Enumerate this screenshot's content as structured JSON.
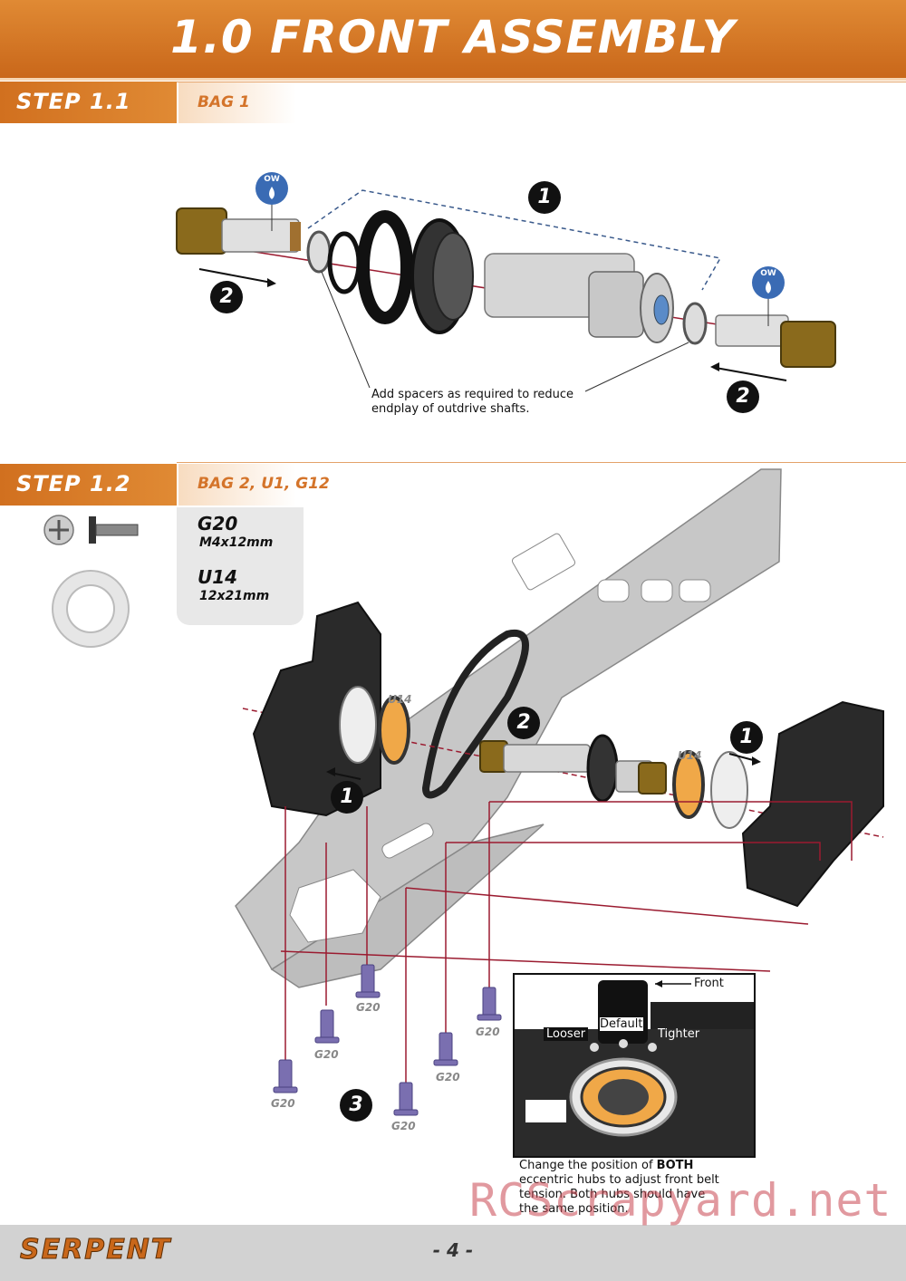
{
  "header": {
    "title": "1.0 FRONT ASSEMBLY"
  },
  "step1": {
    "label": "STEP 1.1",
    "bag": "BAG 1",
    "note_line1": "Add spacers as required to reduce",
    "note_line2": "endplay of outdrive shafts.",
    "callout_1": "1",
    "callout_2": "2",
    "oil_label": "OW"
  },
  "step2": {
    "label": "STEP 1.2",
    "bag": "BAG 2, U1, G12",
    "parts": [
      {
        "code": "G20",
        "size": "M4x12mm"
      },
      {
        "code": "U14",
        "size": "12x21mm"
      }
    ],
    "bearing_label": "U14",
    "screw_label": "G20",
    "callout_1": "1",
    "callout_2": "2",
    "callout_3": "3",
    "inset": {
      "front": "Front",
      "looser": "Looser",
      "default": "Default",
      "tighter": "Tighter"
    },
    "note": [
      "Change the position of ",
      "BOTH",
      "eccentric hubs to adjust front belt",
      "tension. Both hubs should have",
      "the same position."
    ]
  },
  "footer": {
    "brand": "SERPENT",
    "page": "- 4 -",
    "watermark": "RCScrapyard.net"
  },
  "colors": {
    "accent": "#d1701f",
    "accent_light": "#e08a34",
    "bag_text": "#d4742a",
    "link_line": "#9b1b30",
    "screw": "#7a6fb0"
  }
}
